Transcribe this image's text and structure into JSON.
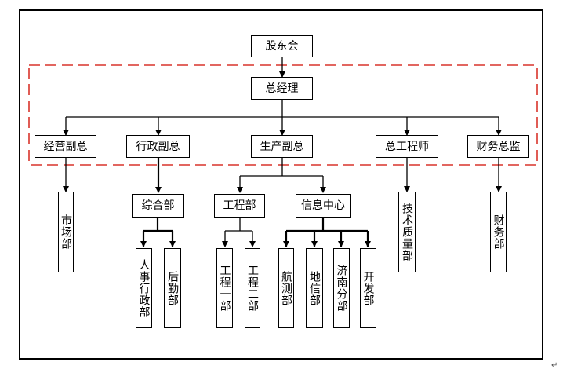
{
  "org_chart": {
    "nodes": {
      "shareholders": "股东会",
      "gm": "总经理",
      "marketing_vp": "经营副总",
      "admin_vp": "行政副总",
      "production_vp": "生产副总",
      "chief_engineer": "总工程师",
      "finance_director": "财务总监",
      "market_dept": "市场部",
      "general_dept": "综合部",
      "engineering_dept": "工程部",
      "info_center": "信息中心",
      "tech_quality_dept": "技术质量部",
      "finance_dept": "财务部",
      "hr_admin_dept": "人事行政部",
      "logistics_dept": "后勤部",
      "eng_dept_1": "工程一部",
      "eng_dept_2": "工程二部",
      "survey_dept": "航测部",
      "geo_info_dept": "地信部",
      "jinan_branch": "济南分部",
      "dev_dept": "开发部"
    },
    "edges": [
      [
        "shareholders",
        "gm"
      ],
      [
        "gm",
        "marketing_vp"
      ],
      [
        "gm",
        "admin_vp"
      ],
      [
        "gm",
        "production_vp"
      ],
      [
        "gm",
        "chief_engineer"
      ],
      [
        "gm",
        "finance_director"
      ],
      [
        "marketing_vp",
        "market_dept"
      ],
      [
        "admin_vp",
        "general_dept"
      ],
      [
        "production_vp",
        "engineering_dept"
      ],
      [
        "production_vp",
        "info_center"
      ],
      [
        "chief_engineer",
        "tech_quality_dept"
      ],
      [
        "finance_director",
        "finance_dept"
      ],
      [
        "general_dept",
        "hr_admin_dept"
      ],
      [
        "general_dept",
        "logistics_dept"
      ],
      [
        "engineering_dept",
        "eng_dept_1"
      ],
      [
        "engineering_dept",
        "eng_dept_2"
      ],
      [
        "info_center",
        "survey_dept"
      ],
      [
        "info_center",
        "geo_info_dept"
      ],
      [
        "info_center",
        "jinan_branch"
      ],
      [
        "info_center",
        "dev_dept"
      ]
    ],
    "management_group_border_color": "#d9342b",
    "line_color": "#000000"
  },
  "paragraph_mark": "↵"
}
